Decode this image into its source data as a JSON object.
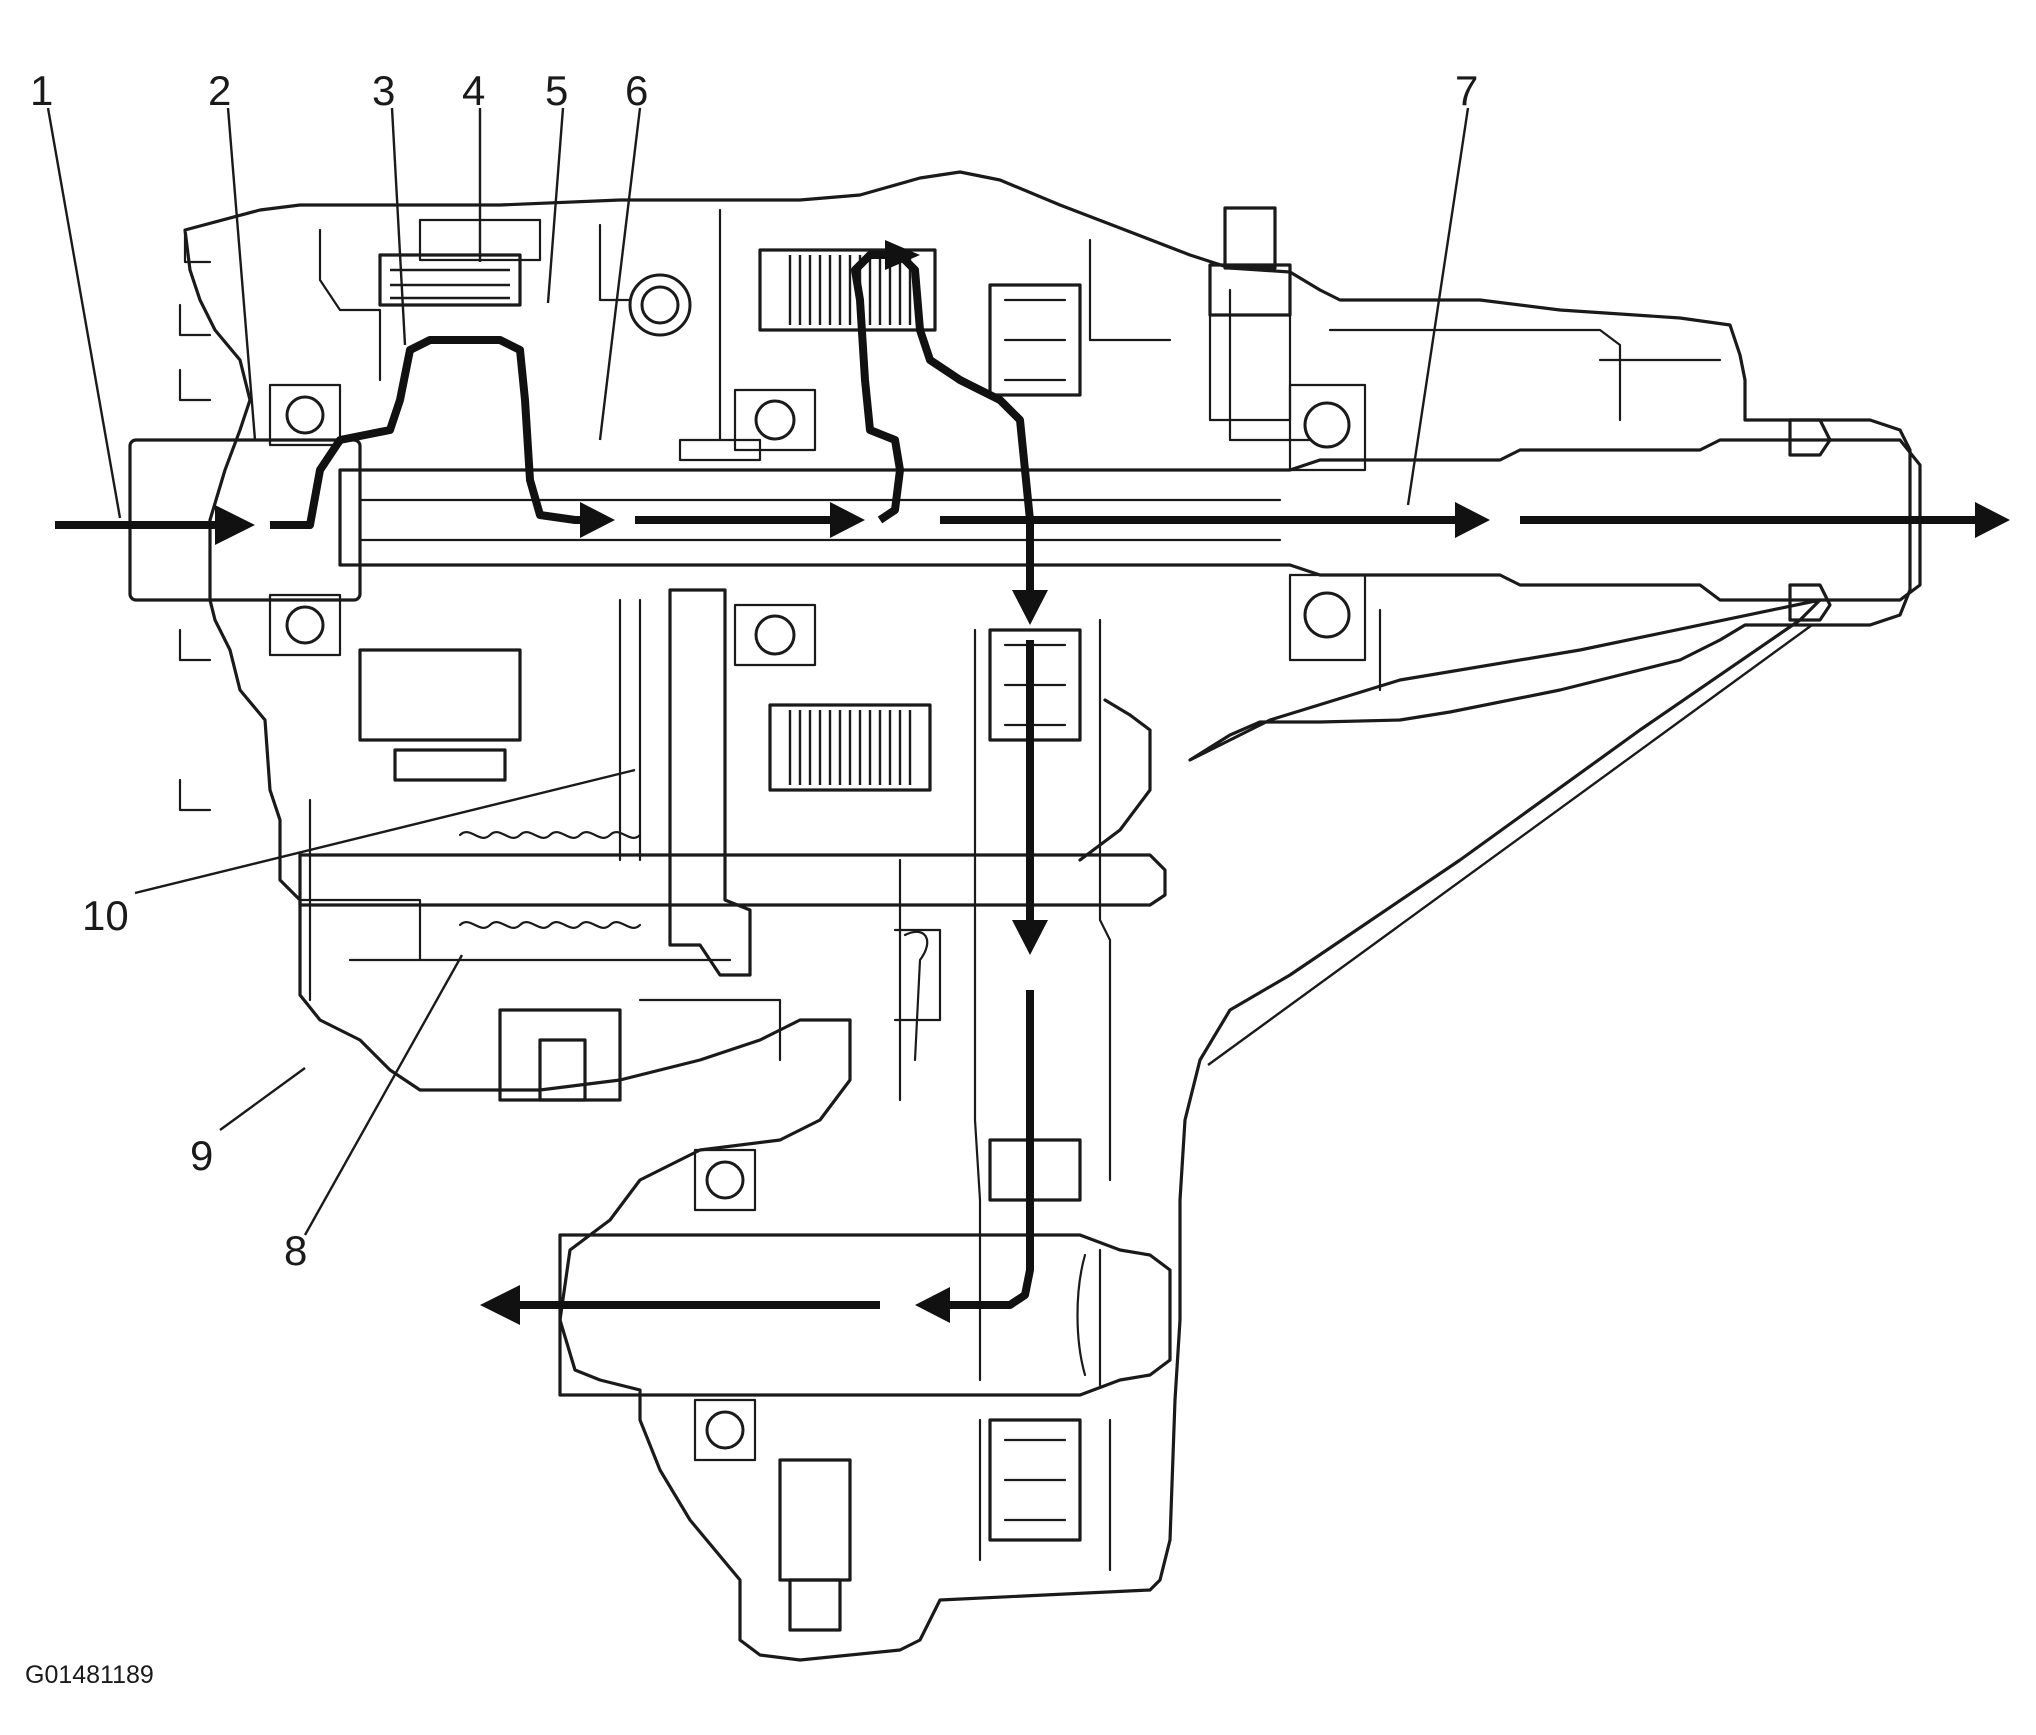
{
  "figure": {
    "id": "G01481189",
    "callouts": [
      {
        "label": "1"
      },
      {
        "label": "2"
      },
      {
        "label": "3"
      },
      {
        "label": "4"
      },
      {
        "label": "5"
      },
      {
        "label": "6"
      },
      {
        "label": "7"
      },
      {
        "label": "8"
      },
      {
        "label": "9"
      },
      {
        "label": "10"
      }
    ]
  }
}
